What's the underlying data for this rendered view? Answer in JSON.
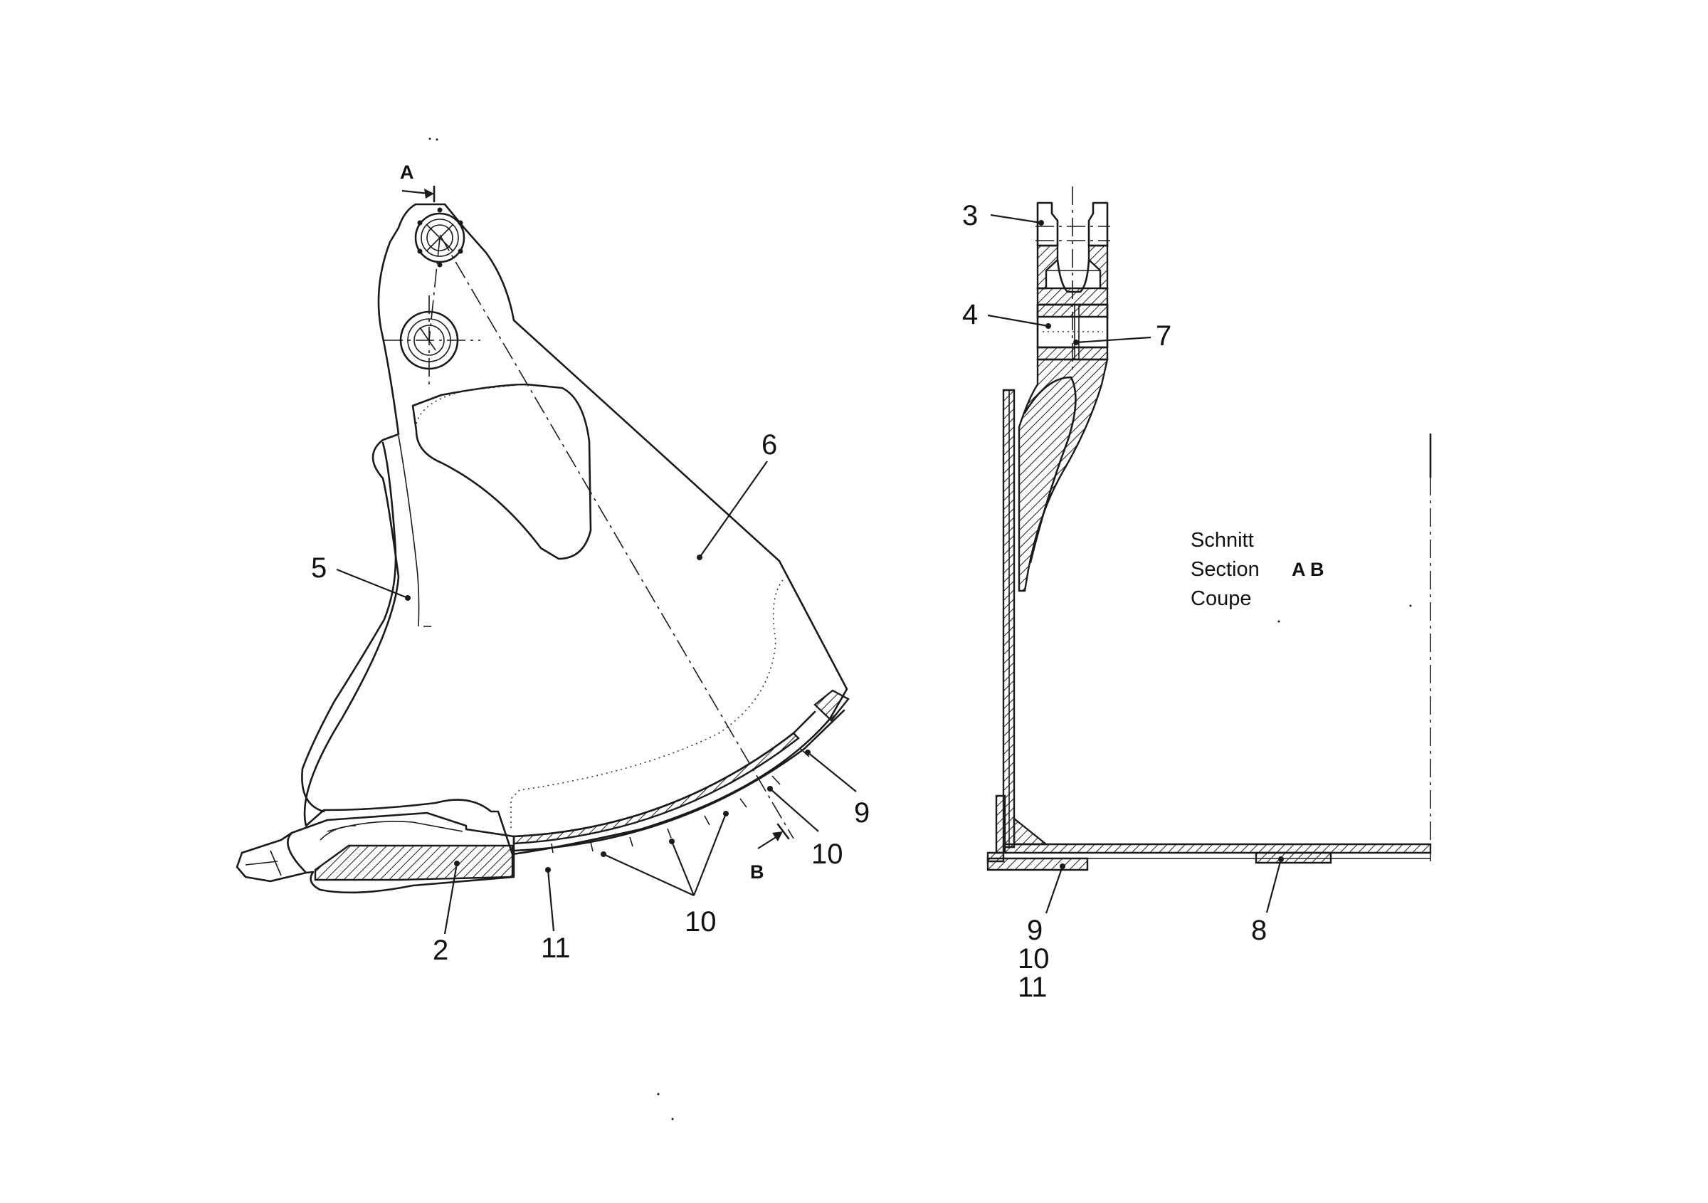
{
  "side_view": {
    "section_marks": {
      "a": "A",
      "b": "B"
    },
    "callouts": {
      "c2": "2",
      "c5": "5",
      "c6": "6",
      "c9": "9",
      "c10_right": "10",
      "c10_lower": "10",
      "c11": "11"
    }
  },
  "section_view": {
    "caption": {
      "line1": "Schnitt",
      "line2": "Section",
      "line3": "Coupe",
      "section_id": "A B"
    },
    "callouts": {
      "c3": "3",
      "c4": "4",
      "c7": "7",
      "c8": "8",
      "c9": "9",
      "c10": "10",
      "c11": "11"
    }
  }
}
